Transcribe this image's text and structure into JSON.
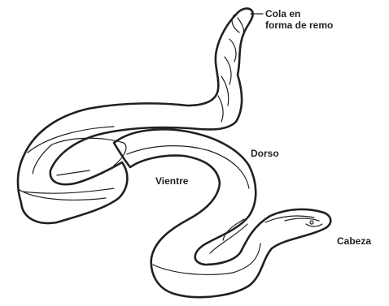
{
  "diagram": {
    "labels": {
      "cola_line1": "Cola en",
      "cola_line2": "forma de remo",
      "dorso": "Dorso",
      "vientre": "Vientre",
      "cabeza": "Cabeza"
    },
    "colors": {
      "stroke": "#231f20",
      "fill": "#ffffff"
    }
  }
}
